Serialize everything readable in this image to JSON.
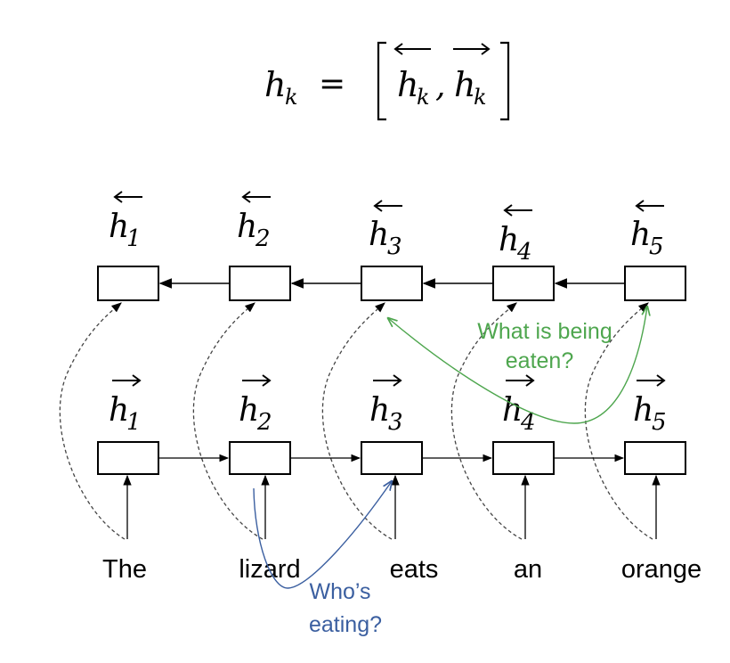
{
  "equation": {
    "lhs": "h",
    "lhs_sub": "k",
    "equals": "=",
    "open_bracket": "[",
    "close_bracket": "]",
    "comma": ",",
    "term_backward": "h",
    "term_backward_sub": "k",
    "term_forward": "h",
    "term_forward_sub": "k"
  },
  "backward_labels": [
    {
      "base": "h",
      "sub": "1"
    },
    {
      "base": "h",
      "sub": "2"
    },
    {
      "base": "h",
      "sub": "3"
    },
    {
      "base": "h",
      "sub": "4"
    },
    {
      "base": "h",
      "sub": "5"
    }
  ],
  "forward_labels": [
    {
      "base": "h",
      "sub": "1"
    },
    {
      "base": "h",
      "sub": "2"
    },
    {
      "base": "h",
      "sub": "3"
    },
    {
      "base": "h",
      "sub": "4"
    },
    {
      "base": "h",
      "sub": "5"
    }
  ],
  "words": [
    "The",
    "lizard",
    "eats",
    "an",
    "orange"
  ],
  "annotations": {
    "green_line1": "What is being",
    "green_line2": "eaten?",
    "blue_line1": "Who’s",
    "blue_line2": "eating?"
  },
  "colors": {
    "green": "#4ea64e",
    "blue": "#3b5fa0",
    "stroke": "#000000",
    "dashed": "#444444"
  }
}
